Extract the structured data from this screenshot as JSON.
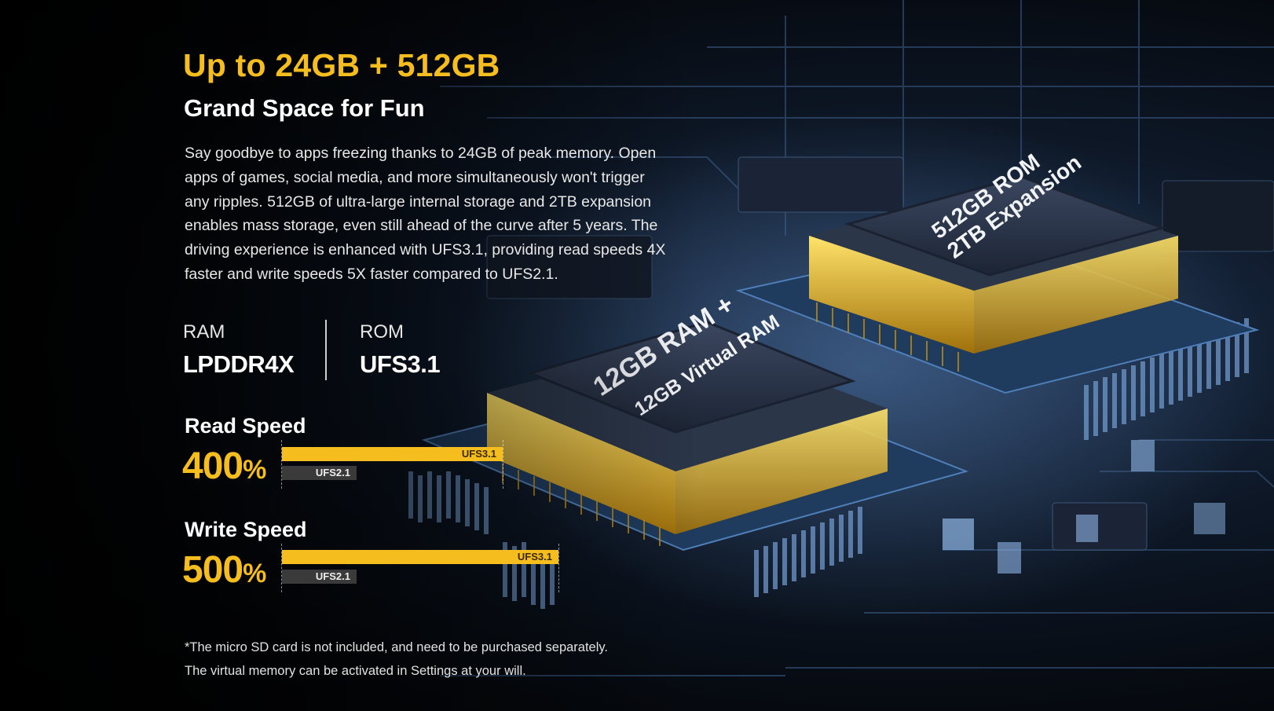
{
  "headline": "Up to 24GB + 512GB",
  "subheadline": "Grand Space for Fun",
  "body_lines": [
    "Say goodbye to apps freezing thanks to 24GB of peak memory. Open",
    "apps of games, social media, and more simultaneously won't trigger",
    "any ripples. 512GB of ultra-large internal storage and 2TB expansion",
    "enables mass storage, even still ahead of the curve after 5 years. The",
    "driving experience is enhanced with UFS3.1, providing read speeds 4X",
    "faster and write speeds 5X faster compared to UFS2.1."
  ],
  "specs": {
    "ram": {
      "label": "RAM",
      "value": "LPDDR4X"
    },
    "rom": {
      "label": "ROM",
      "value": "UFS3.1"
    }
  },
  "metrics": {
    "read": {
      "title": "Read Speed",
      "value": "400",
      "unit": "%",
      "new_label": "UFS3.1",
      "old_label": "UFS2.1",
      "ratio": 4
    },
    "write": {
      "title": "Write Speed",
      "value": "500",
      "unit": "%",
      "new_label": "UFS3.1",
      "old_label": "UFS2.1",
      "ratio": 5
    }
  },
  "chips": {
    "ram_chip": [
      "12GB RAM +",
      "12GB Virtual RAM"
    ],
    "rom_chip": [
      "512GB ROM",
      "2TB Expansion"
    ]
  },
  "footnotes": [
    "*The micro SD card is not included, and need to be purchased separately.",
    "The virtual memory can be activated in Settings at your will."
  ],
  "colors": {
    "accent": "#f6bd1f",
    "bar_old": "#3a3a3a",
    "background": "#05070b"
  }
}
